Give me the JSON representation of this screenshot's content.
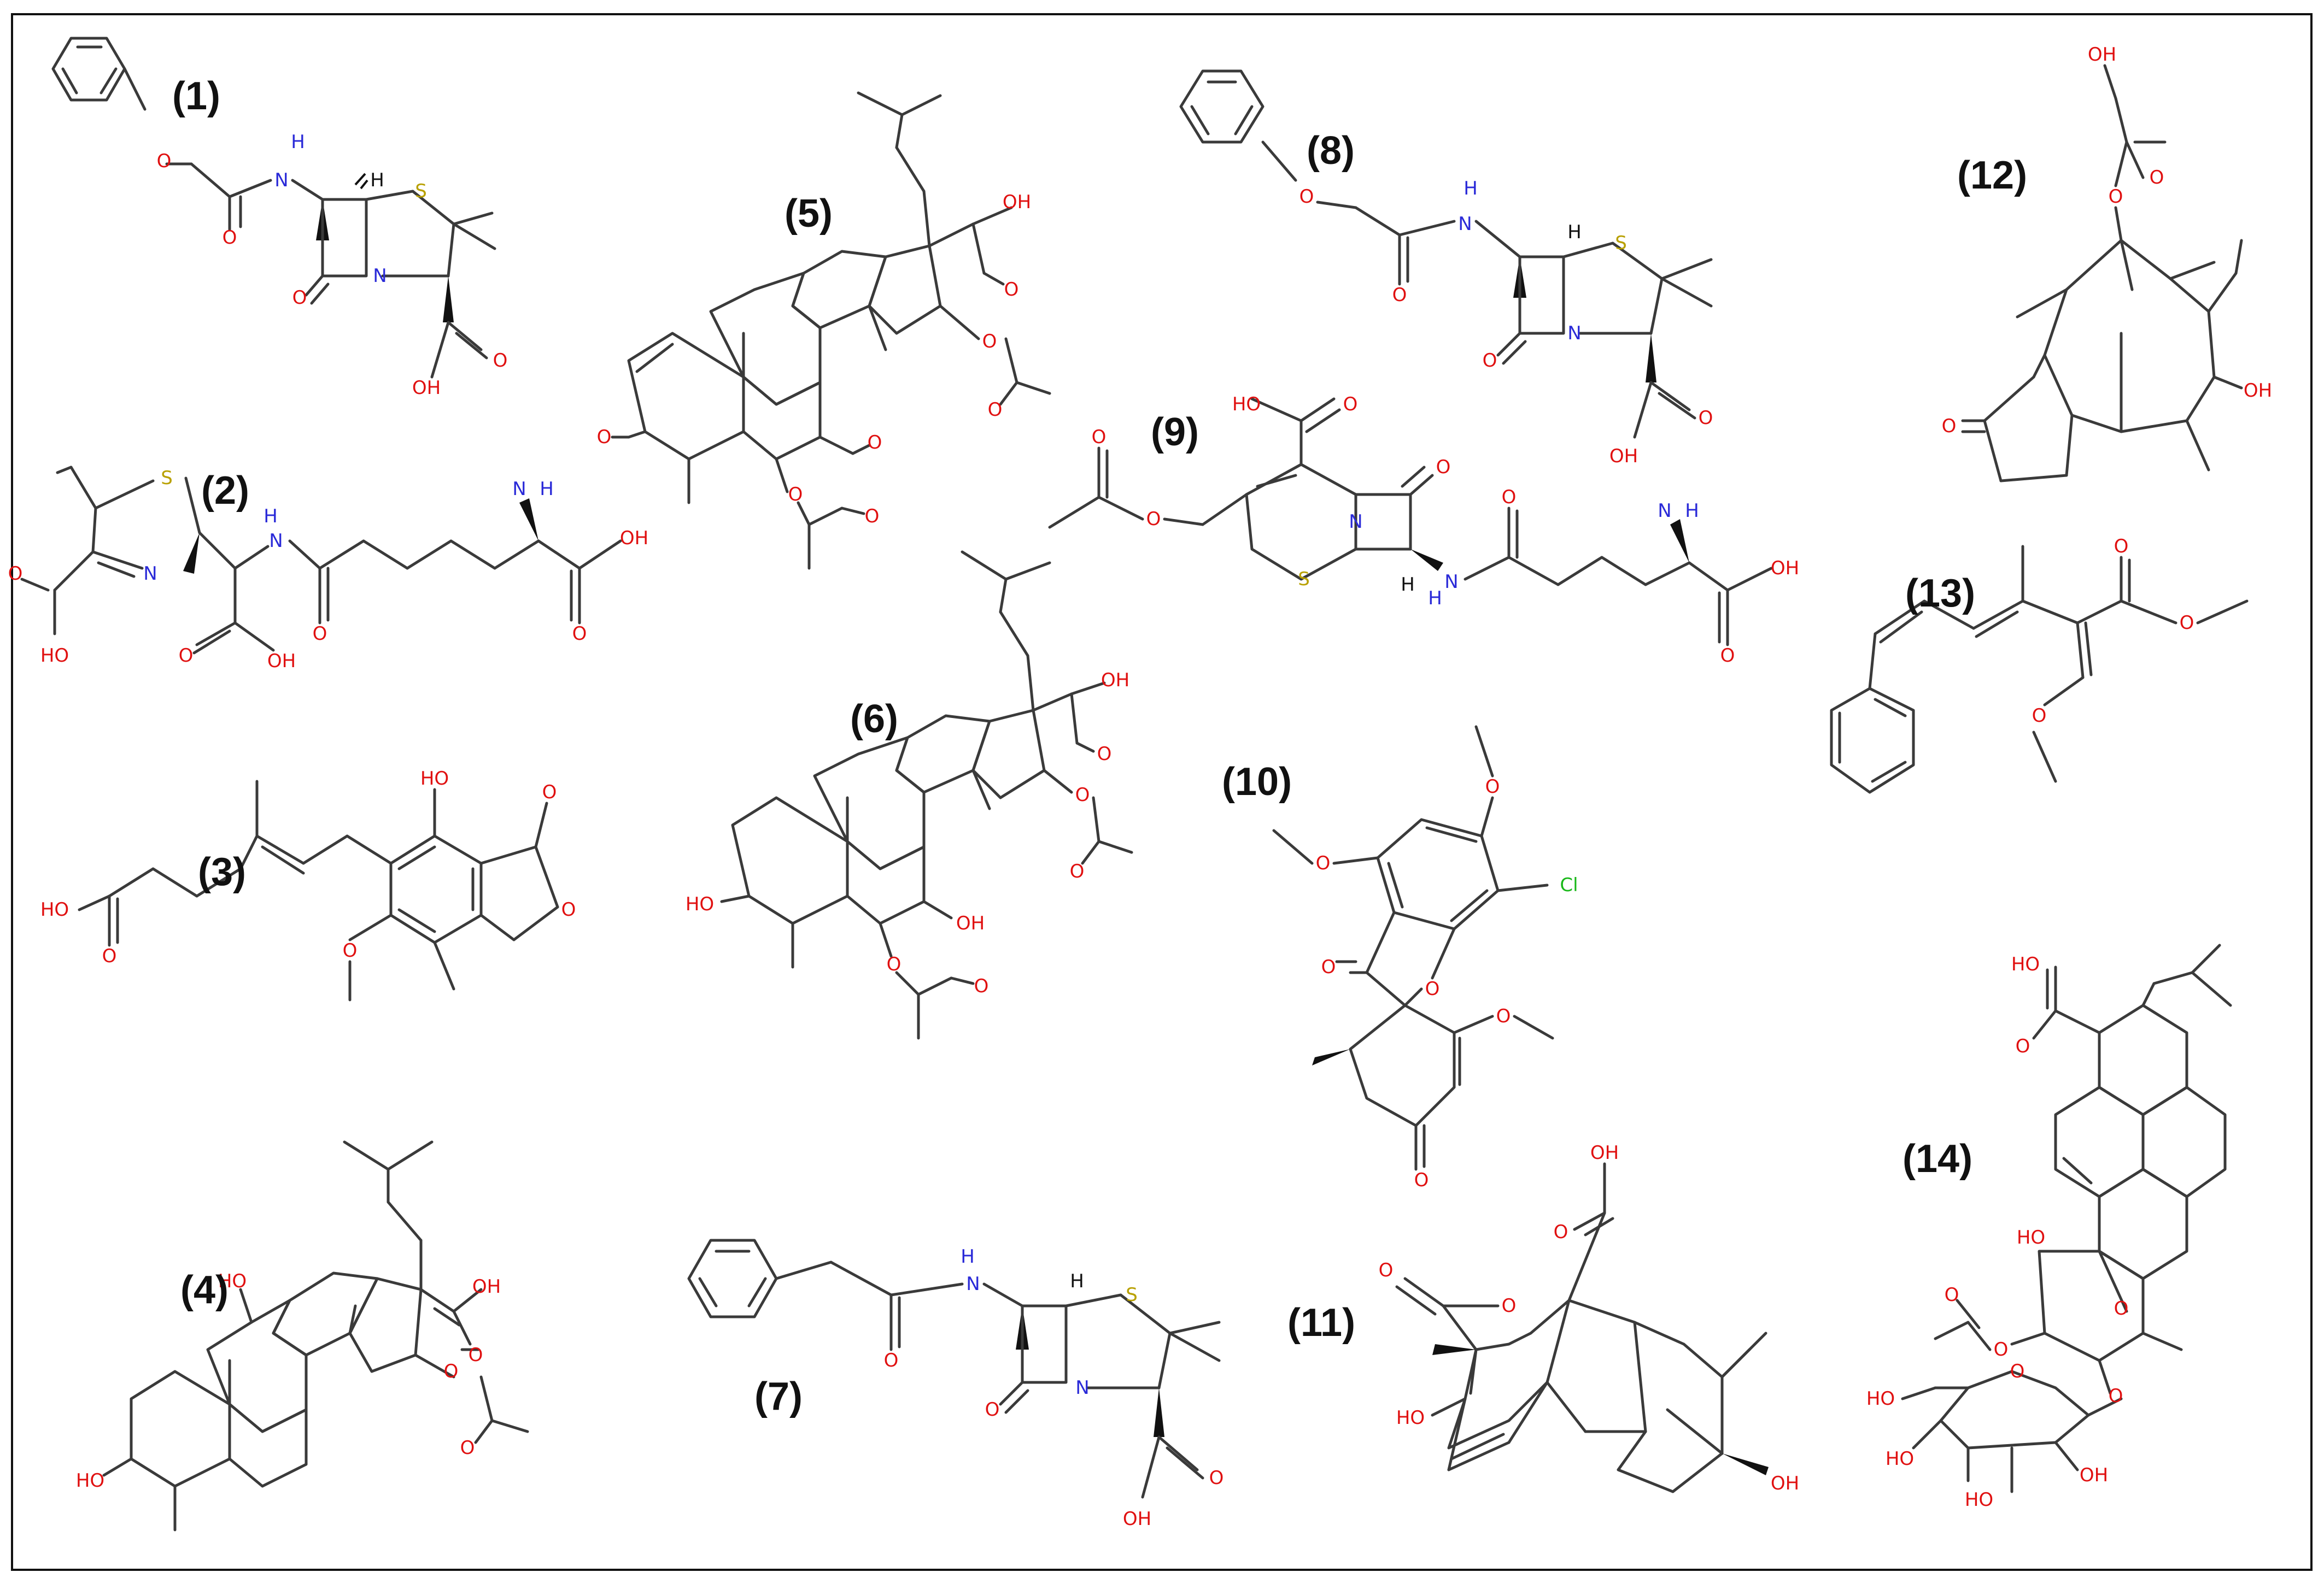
{
  "figure": {
    "compound_labels": [
      "(1)",
      "(2)",
      "(3)",
      "(4)",
      "(5)",
      "(6)",
      "(7)",
      "(8)",
      "(9)",
      "(10)",
      "(11)",
      "(12)",
      "(13)",
      "(14)"
    ]
  },
  "atom_text": {
    "O": "O",
    "OH": "OH",
    "HO": "HO",
    "H": "H",
    "N": "N",
    "NH": "N",
    "S": "S",
    "Cl": "Cl"
  },
  "colors": {
    "oxygen": "#e01010",
    "nitrogen": "#2a2ad8",
    "sulfur": "#b8a000",
    "chlorine": "#18b818",
    "carbon_bond": "#3a3a3a",
    "stereo_bond": "#111111",
    "label": "#111111",
    "frame": "#111111"
  }
}
